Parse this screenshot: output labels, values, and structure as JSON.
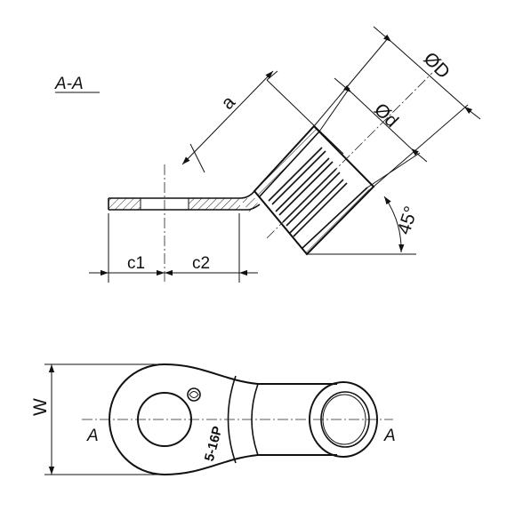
{
  "section_label": "A-A",
  "dimensions": {
    "a": "a",
    "D": "ØD",
    "d": "Ød",
    "angle": "45°",
    "c1": "c1",
    "c2": "c2",
    "W": "W"
  },
  "section_marks": {
    "left": "A",
    "right": "A"
  },
  "part_marking": "5-16P"
}
